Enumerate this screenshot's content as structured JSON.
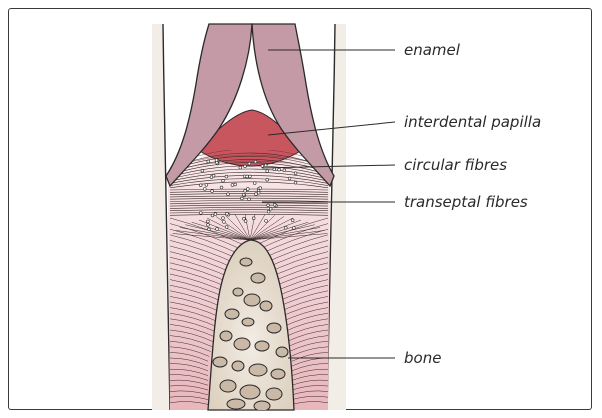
{
  "labels": {
    "enamel": "enamel",
    "papilla": "interdental papilla",
    "circular": "circular fibres",
    "transeptal": "transeptal fibres",
    "bone": "bone"
  },
  "colors": {
    "enamel": "#c49aa6",
    "papilla": "#c8565f",
    "tissue_top": "#fbeff0",
    "tissue_bottom": "#e8b7bc",
    "bone_fill": "#f2ece4",
    "bone_shade": "#c9b9a6",
    "root": "#f3ede7",
    "ink": "#2a2a2a"
  }
}
